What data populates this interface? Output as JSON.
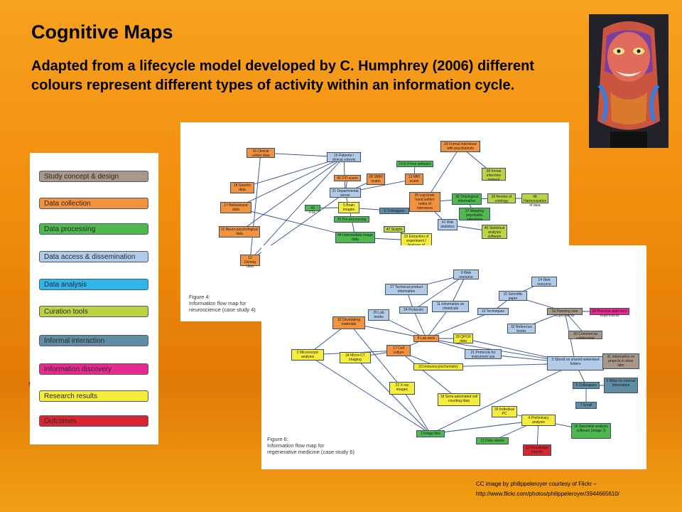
{
  "slide": {
    "title": "Cognitive Maps",
    "subtitle": "Adapted from a lifecycle model developed by C. Humphrey (2006) different colours represent different types of activity within an information cycle.",
    "credit_line1": "CC image by philippeleroyer courtesy of Flickr –",
    "credit_line2": "http://www.flickr.com/photos/philippeleroyer/3944665610/",
    "marker": "r"
  },
  "colors": {
    "background": "#f28d0c",
    "primary": "#5aa4dd"
  },
  "legend": [
    {
      "label": "Study concept & design",
      "color": "#a99888"
    },
    {
      "label": "Data collection",
      "color": "#f2923f"
    },
    {
      "label": "Data processing",
      "color": "#4fb84e"
    },
    {
      "label": "Data access & dissemination",
      "color": "#b2cbe8"
    },
    {
      "label": "Data analysis",
      "color": "#2fb5ec"
    },
    {
      "label": "Curation tools",
      "color": "#bcd443"
    },
    {
      "label": "Informal interaction",
      "color": "#5f8ea4"
    },
    {
      "label": "Information discovery",
      "color": "#e8298e"
    },
    {
      "label": "Research results",
      "color": "#f5ec3d"
    },
    {
      "label": "Outcomes",
      "color": "#d8262e"
    }
  ],
  "figure4": {
    "caption": "Figure 4:\nInformation flow map for\nneuroscience (case study 4)",
    "nodes": [
      {
        "label": "16 Clinical cohort data",
        "c": "#f2923f"
      },
      {
        "label": "15 Patients / clinical cohorts",
        "c": "#b2cbe8"
      },
      {
        "label": "33 Formal interviews with psychiatrists",
        "c": "#f2923f"
      },
      {
        "label": "14 E-Prime software",
        "c": "#4fb84e"
      },
      {
        "label": "42 DTI scans",
        "c": "#f2923f"
      },
      {
        "label": "28 SMRI scans",
        "c": "#f2923f"
      },
      {
        "label": "13 MRI scans",
        "c": "#f2923f"
      },
      {
        "label": "39 formal interview manual",
        "c": "#bcd443"
      },
      {
        "label": "18 Genetic data",
        "c": "#f2923f"
      },
      {
        "label": "21 Departmental server",
        "c": "#b2cbe8"
      },
      {
        "label": "35 Log book: hand written notes of interviews",
        "c": "#f2923f"
      },
      {
        "label": "36 Ontological information",
        "c": "#4fb84e"
      },
      {
        "label": "38 Review of ontology",
        "c": "#bcd443"
      },
      {
        "label": "48 Harmonisation of data",
        "c": "#bcd443"
      },
      {
        "label": "17 Behavioural data",
        "c": "#f2923f"
      },
      {
        "label": "43 FSL",
        "c": "#4fb84e"
      },
      {
        "label": "5 Brain images",
        "c": "#f5ec3d"
      },
      {
        "label": "6 Colleagues",
        "c": "#5f8ea4"
      },
      {
        "label": "37 Mapping psychiatric interviews",
        "c": "#4fb84e"
      },
      {
        "label": "25 Pre-processing",
        "c": "#4fb84e"
      },
      {
        "label": "41 Wiki statistics",
        "c": "#b2cbe8"
      },
      {
        "label": "11 Neuro-psychological data",
        "c": "#f2923f"
      },
      {
        "label": "47 Scripts",
        "c": "#bcd443"
      },
      {
        "label": "40 Statistical analysis software",
        "c": "#bcd443"
      },
      {
        "label": "44 Intermediate image data",
        "c": "#4fb84e"
      },
      {
        "label": "23 Extraction of experiment / features of",
        "c": "#f5ec3d"
      },
      {
        "label": "12 Demog data",
        "c": "#f2923f"
      }
    ]
  },
  "figure6": {
    "caption": "Figure 6:\nInformation flow map for\nregenerative medicine (case study 6)",
    "nodes": [
      {
        "label": "9 Web resource",
        "c": "#b2cbe8"
      },
      {
        "label": "14 Web resource",
        "c": "#b2cbe8"
      },
      {
        "label": "27 Technical product information",
        "c": "#b2cbe8"
      },
      {
        "label": "15 Scientific paper",
        "c": "#b2cbe8"
      },
      {
        "label": "11 Information on chemicals",
        "c": "#b2cbe8"
      },
      {
        "label": "20 Lab books",
        "c": "#b2cbe8"
      },
      {
        "label": "24 Protocols",
        "c": "#b2cbe8"
      },
      {
        "label": "10 Techniques",
        "c": "#b2cbe8"
      },
      {
        "label": "19 Planning new experiments",
        "c": "#a99888"
      },
      {
        "label": "29 Previous data from experiments",
        "c": "#e8298e"
      },
      {
        "label": "32 Developing materials",
        "c": "#f2923f"
      },
      {
        "label": "32 Reference books",
        "c": "#b2cbe8"
      },
      {
        "label": "30 Commercial collaborator",
        "c": "#a99888"
      },
      {
        "label": "8 Lab work",
        "c": "#f2923f"
      },
      {
        "label": "28 QPCR data",
        "c": "#f5ec3d"
      },
      {
        "label": "17 Cell culture",
        "c": "#f2923f"
      },
      {
        "label": "21 Protocols for instrument use",
        "c": "#b2cbe8"
      },
      {
        "label": "2 Microscopic analysis",
        "c": "#f5ec3d"
      },
      {
        "label": "34 Micro-CT imaging",
        "c": "#f5ec3d"
      },
      {
        "label": "23 Immunocytochemistry",
        "c": "#f5ec3d"
      },
      {
        "label": "3 Stored on shared networked folders",
        "c": "#b2cbe8"
      },
      {
        "label": "31 Information on projects in other labs",
        "c": "#a99888"
      },
      {
        "label": "22 X-ray images",
        "c": "#f5ec3d"
      },
      {
        "label": "5 Colleagues",
        "c": "#5f8ea4"
      },
      {
        "label": "6 Wikis for internal information",
        "c": "#5f8ea4"
      },
      {
        "label": "18 Semi-automated cell counting data",
        "c": "#f5ec3d"
      },
      {
        "label": "7 Email",
        "c": "#5f8ea4"
      },
      {
        "label": "35 Individual PC",
        "c": "#f5ec3d"
      },
      {
        "label": "4 Preliminary analysis",
        "c": "#f5ec3d"
      },
      {
        "label": "16 Specialist analysis software (image J)",
        "c": "#4fb84e"
      },
      {
        "label": "1 Image files",
        "c": "#4fb84e"
      },
      {
        "label": "13 Data sheets",
        "c": "#4fb84e"
      },
      {
        "label": "12 Knowledge transfer",
        "c": "#d8262e"
      }
    ]
  }
}
